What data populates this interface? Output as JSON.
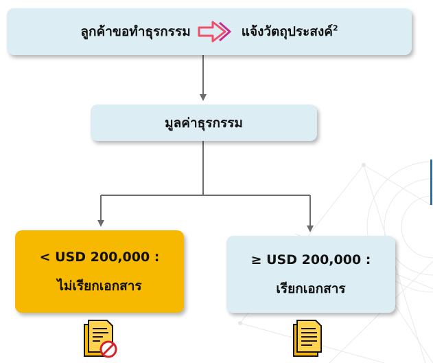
{
  "flow": {
    "top": {
      "customer_label": "ลูกค้าขอทำธุรกรรม",
      "purpose_label": "แจ้งวัตถุประสงค์",
      "purpose_superscript": "2"
    },
    "middle": {
      "label": "มูลค่าธุรกรรม"
    },
    "left_branch": {
      "line1": "< USD 200,000 :",
      "line2": "ไม่เรียกเอกสาร",
      "color": "#f7b800"
    },
    "right_branch": {
      "line1": "≥ USD 200,000 :",
      "line2": "เรียกเอกสาร",
      "color": "#dcedf3"
    }
  },
  "icons": {
    "top_arrow": "right-arrow-icon",
    "left_doc": "document-prohibited-icon",
    "right_doc": "document-icon"
  },
  "colors": {
    "accent_arrow": "#f04e6a",
    "connector": "#6b6b6b",
    "box_fill": "#dcedf3",
    "highlight": "#f7b800"
  }
}
